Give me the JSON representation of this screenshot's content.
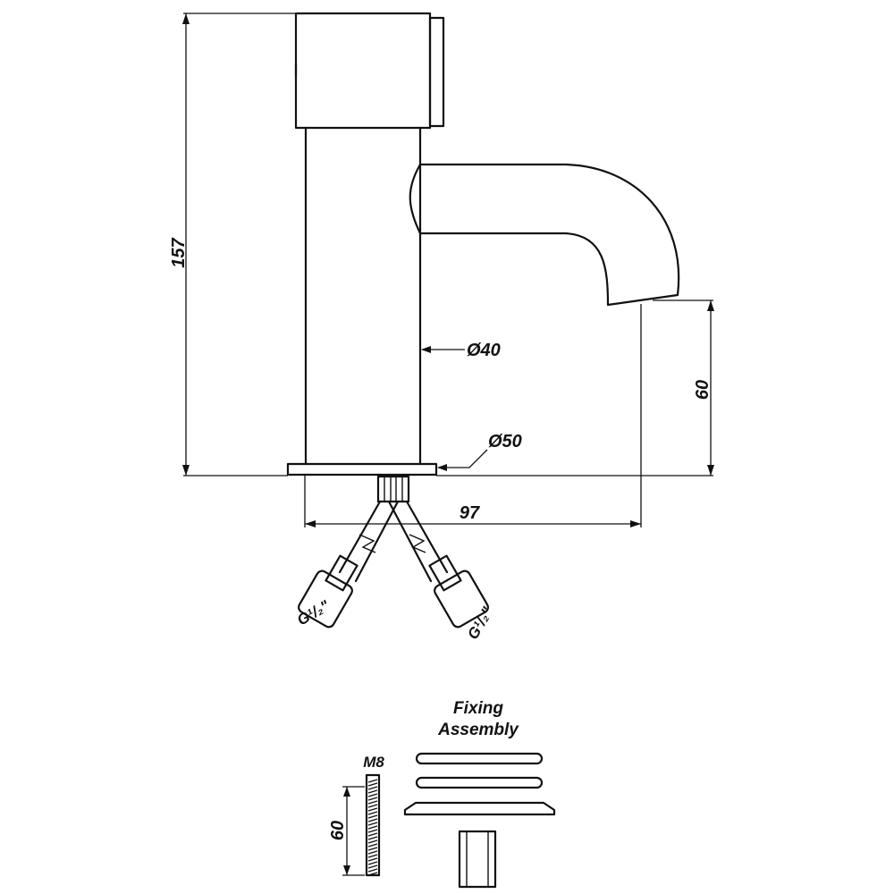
{
  "dimensions": {
    "overall_height": "157",
    "body_diameter": "Ø40",
    "base_diameter": "Ø50",
    "spout_height": "60",
    "spout_reach": "97"
  },
  "connections": {
    "left_thread": "G¹/₂\"",
    "right_thread": "G¹/₂\""
  },
  "fixing_assembly": {
    "title_line1": "Fixing",
    "title_line2": "Assembly",
    "rod_thread": "M8",
    "rod_length": "60"
  }
}
